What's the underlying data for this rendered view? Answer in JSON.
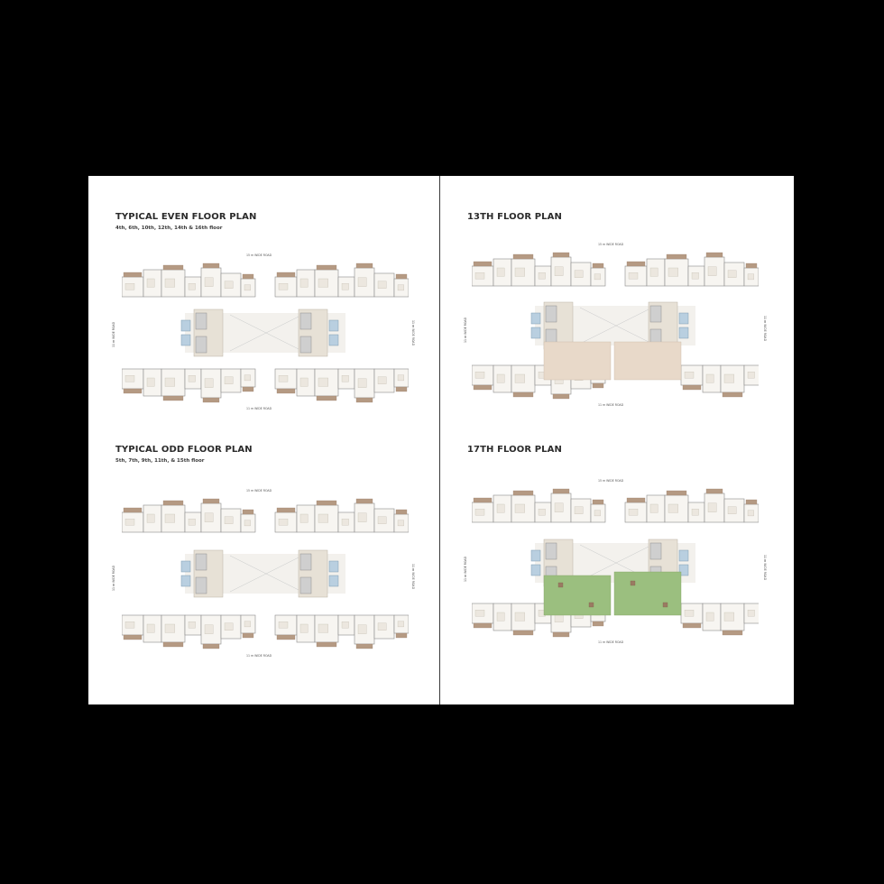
{
  "colors": {
    "background": "#000000",
    "sheet": "#ffffff",
    "wall": "#8a8a8a",
    "balcony": "#b59a83",
    "lobby": "#e7e1d6",
    "lift": "#b9cfe0",
    "stair": "#cfcfcf",
    "open_terrace": "#e8d9c9",
    "green_terrace": "#9bbf7f"
  },
  "panels": {
    "even": {
      "title": "TYPICAL EVEN FLOOR PLAN",
      "subtitle": "4th, 6th, 10th, 12th, 14th & 16th floor",
      "road_top": "15 m WIDE ROAD",
      "road_bottom": "11 m WIDE ROAD",
      "road_side": "11 m WIDE ROAD"
    },
    "thirteenth": {
      "title": "13TH FLOOR PLAN",
      "road_top": "15 m WIDE ROAD",
      "road_bottom": "11 m WIDE ROAD",
      "road_side": "11 m WIDE ROAD"
    },
    "odd": {
      "title": "TYPICAL ODD FLOOR PLAN",
      "subtitle": "5th, 7th, 9th, 11th, & 15th floor",
      "road_top": "15 m WIDE ROAD",
      "road_bottom": "11 m WIDE ROAD",
      "road_side": "11 m WIDE ROAD"
    },
    "seventeenth": {
      "title": "17TH FLOOR PLAN",
      "road_top": "15 m WIDE ROAD",
      "road_bottom": "11 m WIDE ROAD",
      "road_side": "11 m WIDE ROAD"
    }
  }
}
